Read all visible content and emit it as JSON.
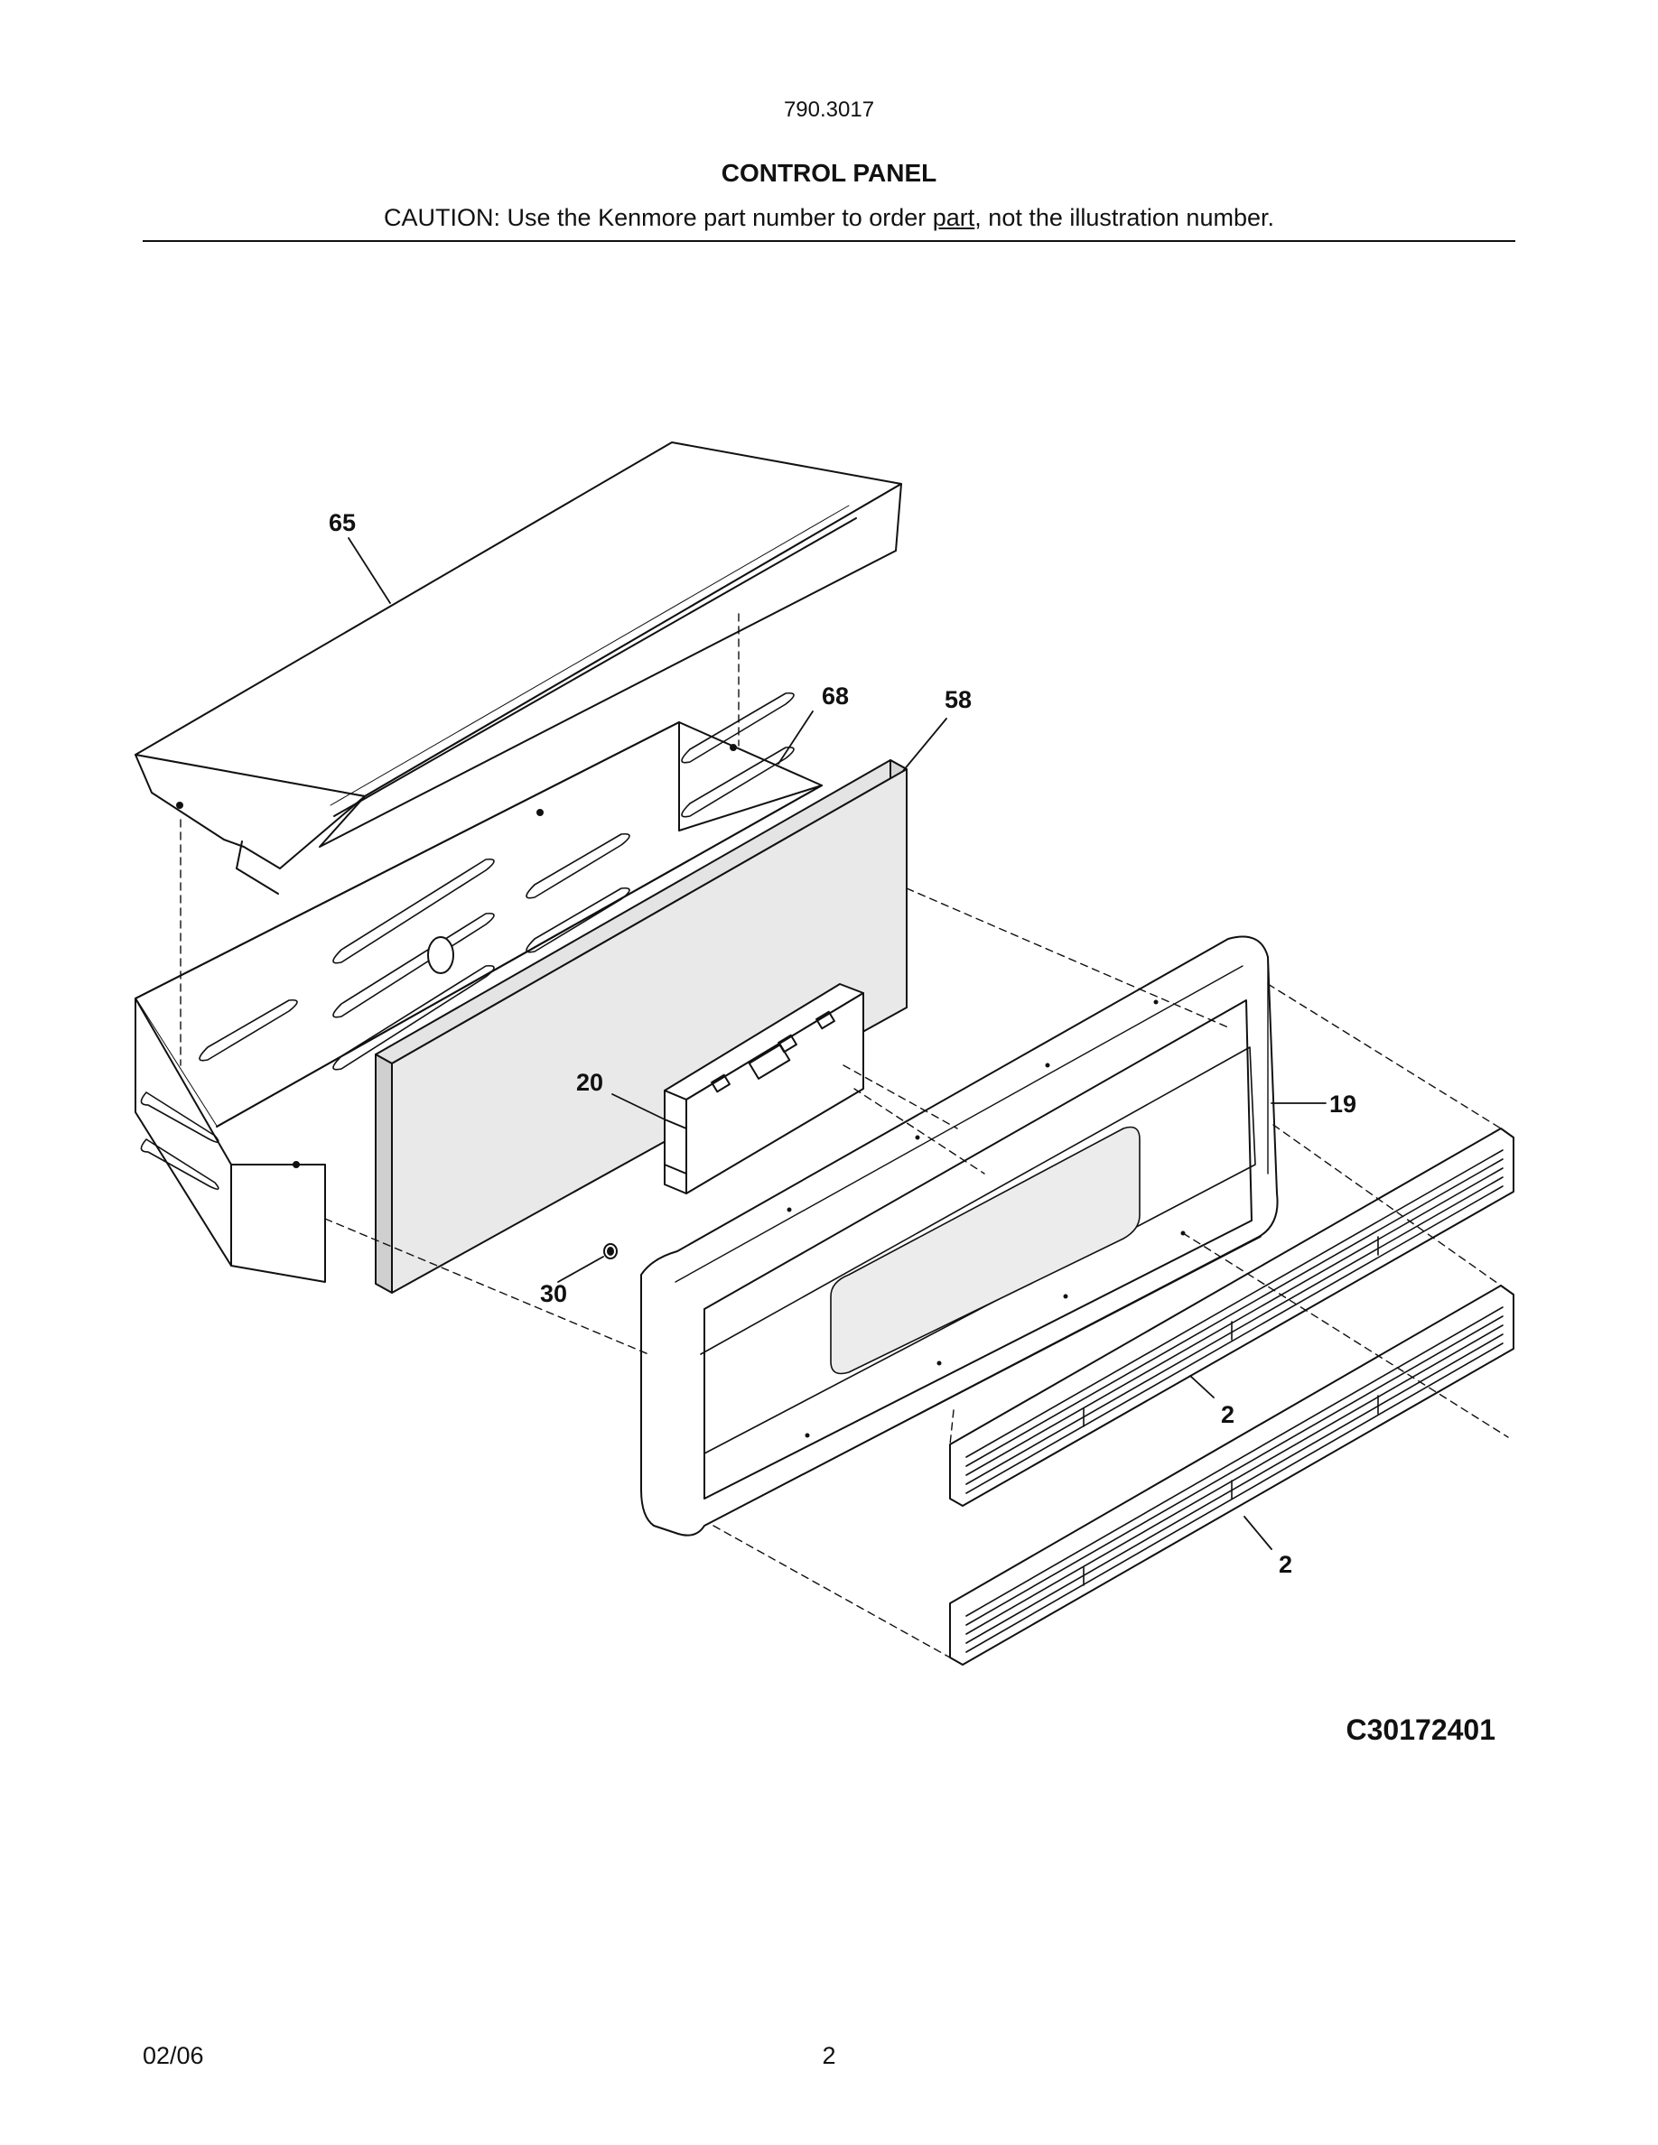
{
  "header": {
    "model": "790.3017",
    "title": "CONTROL PANEL",
    "caution_pre": "CAUTION: Use the Kenmore part number to order ",
    "caution_u": "part",
    "caution_post": ", not the illustration number."
  },
  "diagram": {
    "code": "C30172401",
    "callouts": {
      "c65": "65",
      "c68": "68",
      "c58": "58",
      "c20": "20",
      "c19": "19",
      "c30": "30",
      "c2a": "2",
      "c2b": "2"
    }
  },
  "footer": {
    "date": "02/06",
    "page": "2"
  }
}
